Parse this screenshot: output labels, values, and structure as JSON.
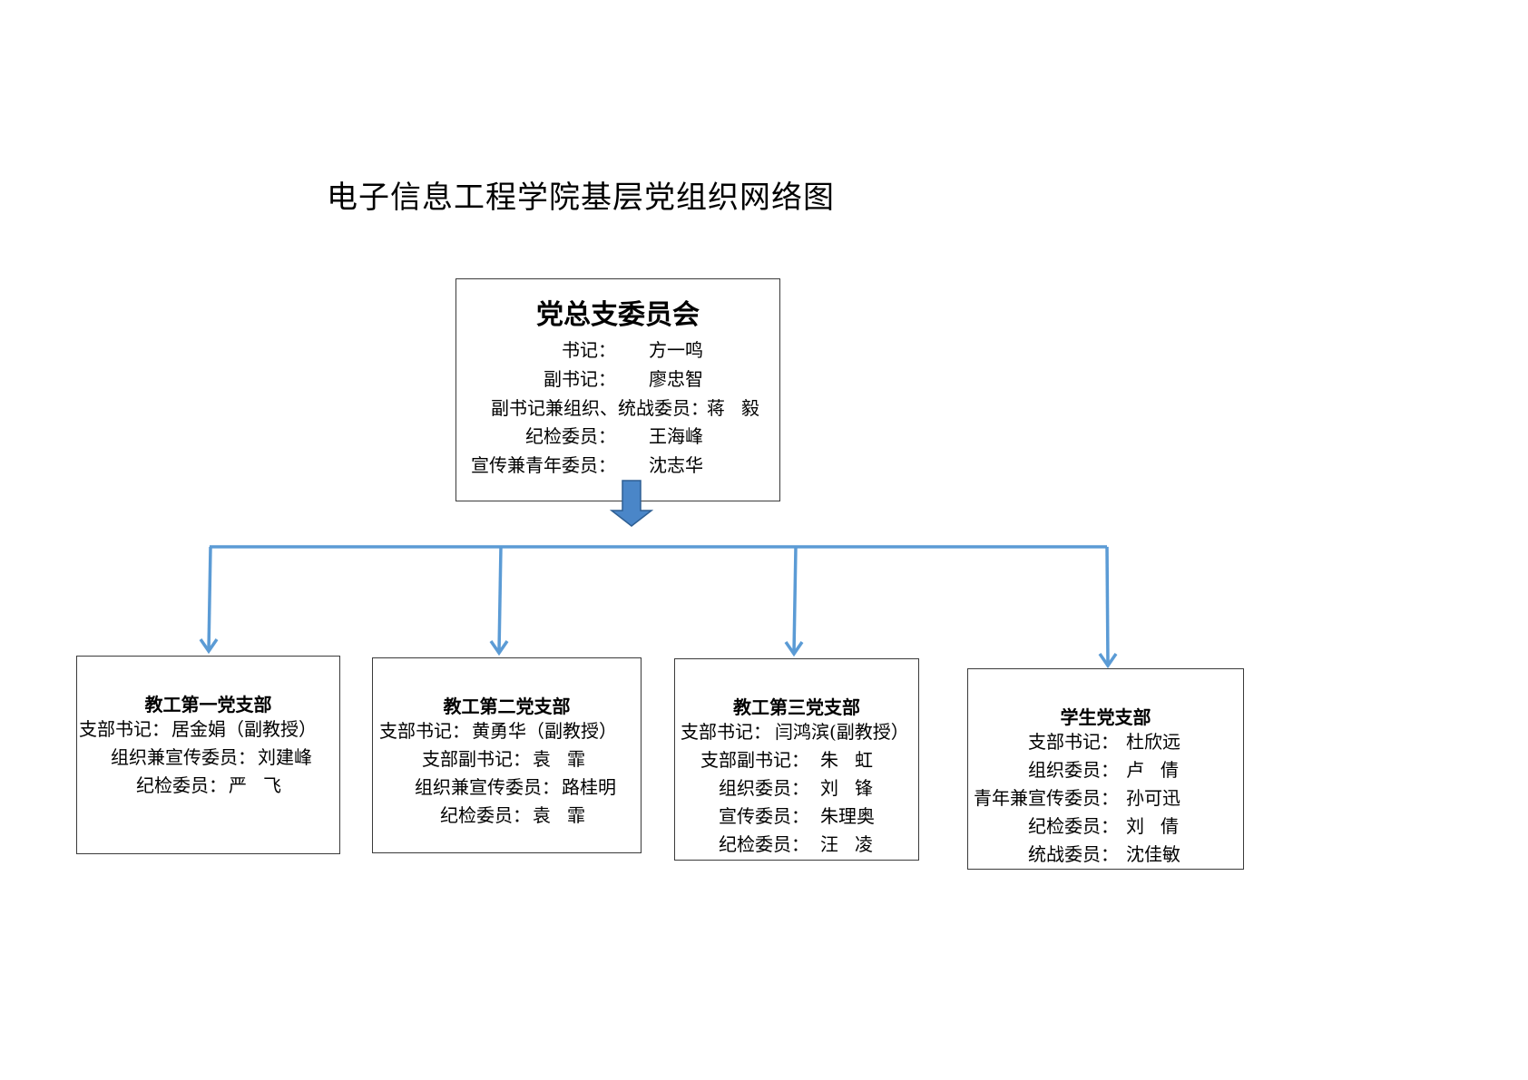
{
  "title": "电子信息工程学院基层党组织网络图",
  "colors": {
    "connector": "#5b9bd5",
    "arrow_fill": "#4a86c8",
    "arrow_stroke": "#2e5f93",
    "box_border": "#3a3a3a"
  },
  "top": {
    "heading": "党总支委员会",
    "rows": [
      {
        "label": "书记：",
        "value": "方一鸣"
      },
      {
        "label": "副书记：",
        "value": "廖忠智"
      },
      {
        "label": "副书记兼组织、统战委员：",
        "value": "蒋毅"
      },
      {
        "label": "纪检委员：",
        "value": "王海峰"
      },
      {
        "label": "宣传兼青年委员：",
        "value": "沈志华"
      }
    ]
  },
  "branches": [
    {
      "heading": "教工第一党支部",
      "rows": [
        {
          "label": "支部书记：",
          "value": "居金娟（副教授）"
        },
        {
          "label": "组织兼宣传委员：",
          "value": "刘建峰"
        },
        {
          "label": "纪检委员：",
          "value": "严飞"
        }
      ]
    },
    {
      "heading": "教工第二党支部",
      "rows": [
        {
          "label": "支部书记：",
          "value": "黄勇华（副教授）"
        },
        {
          "label": "支部副书记：",
          "value": "袁霏"
        },
        {
          "label": "组织兼宣传委员：",
          "value": "路桂明"
        },
        {
          "label": "纪检委员：",
          "value": "袁霏"
        }
      ]
    },
    {
      "heading": "教工第三党支部",
      "rows": [
        {
          "label": "支部书记：",
          "value": "闫鸿滨(副教授）"
        },
        {
          "label": "支部副书记：",
          "value": "朱虹"
        },
        {
          "label": "组织委员：",
          "value": "刘锋"
        },
        {
          "label": "宣传委员：",
          "value": "朱理奥"
        },
        {
          "label": "纪检委员：",
          "value": "汪凌"
        }
      ]
    },
    {
      "heading": "学生党支部",
      "rows": [
        {
          "label": "支部书记：",
          "value": "杜欣远"
        },
        {
          "label": "组织委员：",
          "value": "卢倩"
        },
        {
          "label": "青年兼宣传委员：",
          "value": "孙可迅"
        },
        {
          "label": "纪检委员：",
          "value": "刘倩"
        },
        {
          "label": "统战委员：",
          "value": "沈佳敏"
        }
      ]
    }
  ]
}
